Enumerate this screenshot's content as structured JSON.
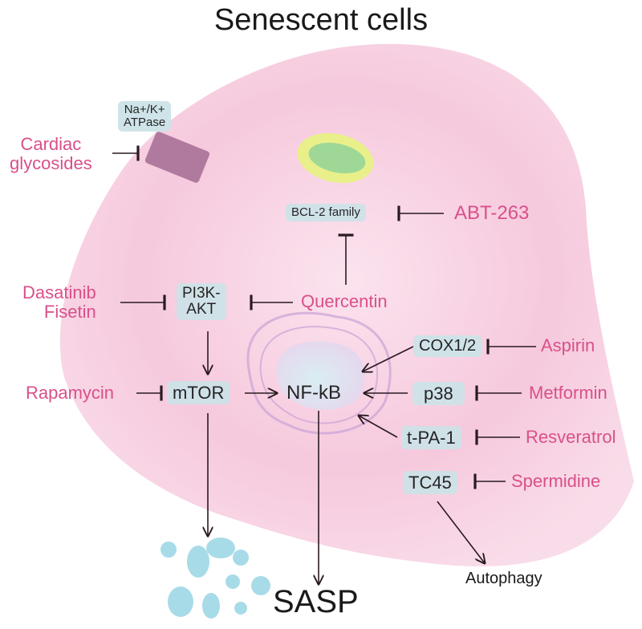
{
  "title": "Senescent cells",
  "nodes": {
    "na_k_atpase": "Na+/K+\nATPase",
    "bcl2": "BCL-2 family",
    "pi3k_akt": "PI3K-\nAKT",
    "mtor": "mTOR",
    "nfkb": "NF-kB",
    "cox": "COX1/2",
    "p38": "p38",
    "tpa1": "t-PA-1",
    "tc45": "TC45"
  },
  "drugs": {
    "cardiac_glycosides": "Cardiac\nglycosides",
    "abt263": "ABT-263",
    "dasatinib_fisetin": "Dasatinib\nFisetin",
    "quercentin": "Quercentin",
    "rapamycin": "Rapamycin",
    "aspirin": "Aspirin",
    "metformin": "Metformin",
    "resveratrol": "Resveratrol",
    "spermidine": "Spermidine"
  },
  "outputs": {
    "sasp": "SASP",
    "autophagy": "Autophagy"
  },
  "colors": {
    "drug": "#d9508a",
    "node_bg": "#cde3e8",
    "cell": "#f5c6dc",
    "sasp_vesicles": "#a8dbe8",
    "pump": "#b07a9e"
  }
}
